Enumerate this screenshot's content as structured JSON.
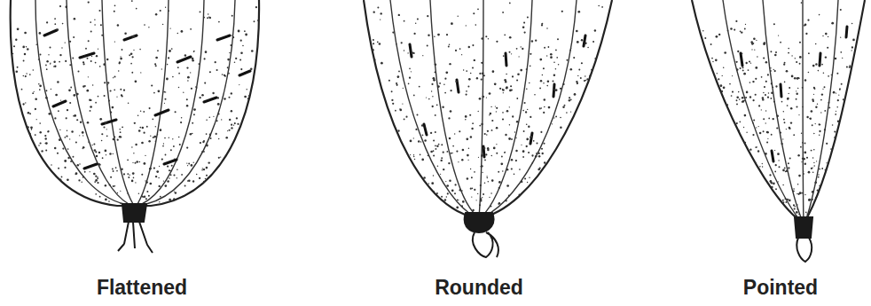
{
  "diagram": {
    "labels": [
      "Flattened",
      "Rounded",
      "Pointed"
    ]
  }
}
